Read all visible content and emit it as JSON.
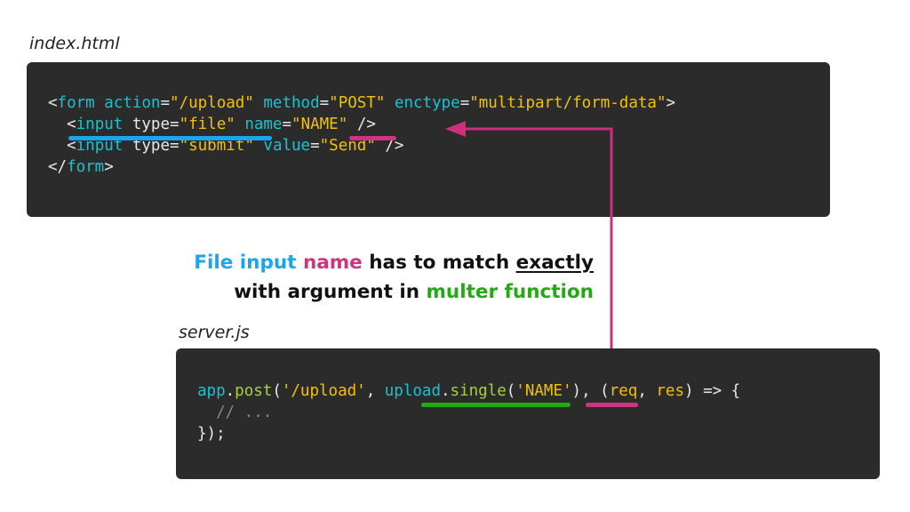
{
  "files": {
    "html": {
      "label": "index.html"
    },
    "js": {
      "label": "server.js"
    }
  },
  "html_code": {
    "line1": {
      "lt": "<",
      "tag": "form",
      "sp1": " ",
      "a1": "action",
      "eq1": "=",
      "v1": "\"/upload\"",
      "sp2": " ",
      "a2": "method",
      "eq2": "=",
      "v2": "\"POST\"",
      "sp3": " ",
      "a3": "enctype",
      "eq3": "=",
      "v3": "\"multipart/form-data\"",
      "gt": ">"
    },
    "line2": {
      "indent": "  ",
      "lt": "<",
      "tag": "input",
      "sp1": " ",
      "a1": "type",
      "eq1": "=",
      "v1": "\"file\"",
      "sp2": " ",
      "a2": "name",
      "eq2": "=",
      "v2q1": "\"",
      "v2": "NAME",
      "v2q2": "\"",
      "end": " />"
    },
    "line3": {
      "indent": "  ",
      "lt": "<",
      "tag": "input",
      "sp1": " ",
      "a1": "type",
      "eq1": "=",
      "v1": "\"submit\"",
      "sp2": " ",
      "a2": "value",
      "eq2": "=",
      "v2": "\"Send\"",
      "end": " />"
    },
    "line4": {
      "lt": "</",
      "tag": "form",
      "gt": ">"
    }
  },
  "js_code": {
    "line1": {
      "obj": "app",
      "dot1": ".",
      "fn1": "post",
      "p1": "(",
      "s1": "'/upload'",
      "c1": ", ",
      "obj2": "upload",
      "dot2": ".",
      "fn2": "single",
      "p2": "(",
      "s2q1": "'",
      "s2": "NAME",
      "s2q2": "'",
      "p3": "), (",
      "req": "req",
      "c2": ", ",
      "res": "res",
      "arrow": ") => {"
    },
    "line2": {
      "comment": "  // ..."
    },
    "line3": {
      "close": "});"
    }
  },
  "caption": {
    "line1": {
      "part1": "File input",
      "part2": "name",
      "part3": "has to match",
      "part4": "exactly"
    },
    "line2": {
      "part1": "with argument in",
      "part2": "multer function"
    }
  },
  "colors": {
    "code_bg": "#2b2b2b",
    "tag_cyan": "#15c3d3",
    "string_yellow": "#f2c200",
    "function_green": "#a9cf38",
    "highlight_blue": "#1ba4f0",
    "highlight_pink": "#d0337f",
    "highlight_green": "#22aa12"
  }
}
